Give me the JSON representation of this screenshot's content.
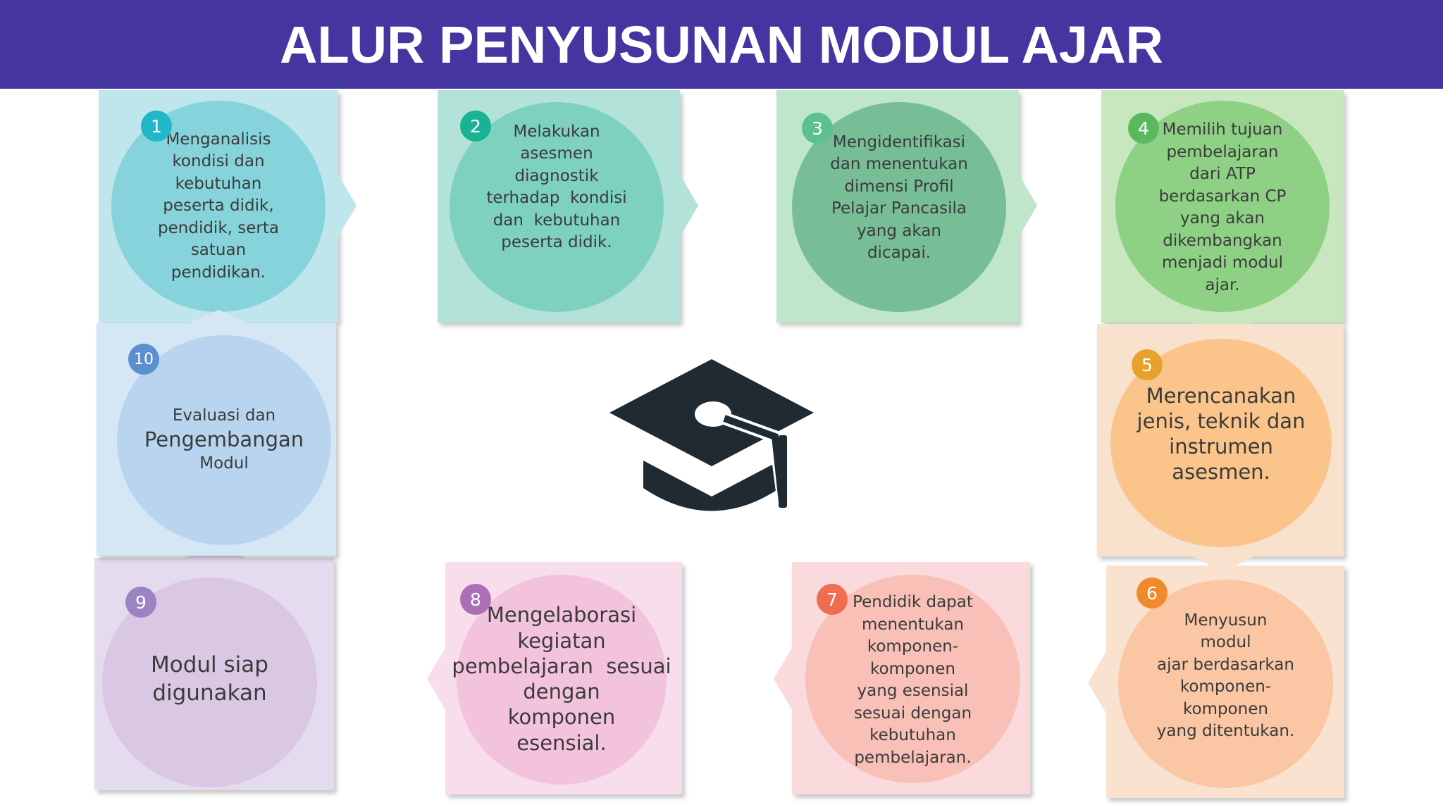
{
  "title": "ALUR PENYUSUNAN MODUL AJAR",
  "colors": {
    "header": "#4535a0",
    "step1": "#1fb7c9",
    "step2": "#18b295",
    "step3": "#5cc18f",
    "step4": "#5ab85f",
    "step5": "#e8a12c",
    "step6": "#f08a2c",
    "step7": "#f06d4f",
    "step8": "#ab6fb6",
    "step9": "#9c83c4",
    "step10": "#5b8fd0"
  },
  "center_icon": "graduation-cap-icon",
  "steps": [
    {
      "number": "1",
      "text": "Menganalisis\nkondisi dan\nkebutuhan\npeserta didik,\npendidik, serta\nsatuan\npendidikan."
    },
    {
      "number": "2",
      "text": "Melakukan\nasesmen\ndiagnostik\nterhadap  kondisi\ndan  kebutuhan\npeserta didik."
    },
    {
      "number": "3",
      "text": "Mengidentifikasi\ndan menentukan\ndimensi Profil\nPelajar Pancasila\nyang akan\ndicapai."
    },
    {
      "number": "4",
      "text": "Memilih tujuan\npembelajaran\ndari ATP\nberdasarkan CP\nyang akan\ndikembangkan\nmenjadi modul\najar."
    },
    {
      "number": "5",
      "text": "Merencanakan\njenis, teknik dan\ninstrumen\nasesmen."
    },
    {
      "number": "6",
      "text": "Menyusun\nmodul\najar berdasarkan\nkomponen-\nkomponen\nyang ditentukan."
    },
    {
      "number": "7",
      "text": "Pendidik dapat\nmenentukan\nkomponen-\nkomponen\nyang esensial\nsesuai dengan\nkebutuhan\npembelajaran."
    },
    {
      "number": "8",
      "text": "Mengelaborasi\nkegiatan\npembelajaran  sesuai\ndengan\nkomponen\nesensial."
    },
    {
      "number": "9",
      "text": "Modul siap\ndigunakan"
    },
    {
      "number": "10",
      "text_line1": "Evaluasi dan",
      "text_line2": "Pengembangan",
      "text_line3": "Modul"
    }
  ]
}
